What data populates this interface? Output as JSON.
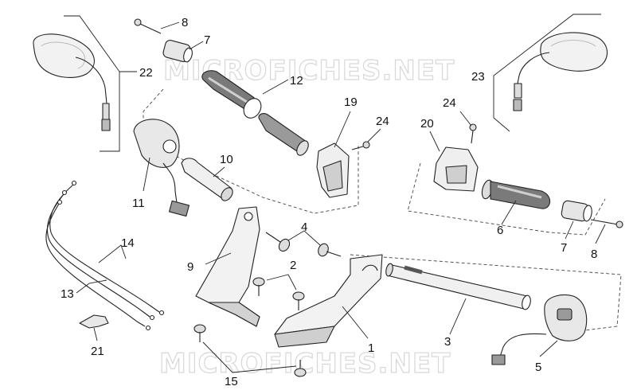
{
  "watermark": "MICROFICHES.NET",
  "colors": {
    "line": "#222222",
    "part_fill": "#f2f2f2",
    "part_dark": "#6b6b6b",
    "watermark": "#d7d7d7"
  },
  "callouts": [
    {
      "id": "c8a",
      "text": "8"
    },
    {
      "id": "c7a",
      "text": "7"
    },
    {
      "id": "c22",
      "text": "22"
    },
    {
      "id": "c12",
      "text": "12"
    },
    {
      "id": "c19",
      "text": "19"
    },
    {
      "id": "c24a",
      "text": "24"
    },
    {
      "id": "c10",
      "text": "10"
    },
    {
      "id": "c11",
      "text": "11"
    },
    {
      "id": "c23",
      "text": "23"
    },
    {
      "id": "c24b",
      "text": "24"
    },
    {
      "id": "c20",
      "text": "20"
    },
    {
      "id": "c6",
      "text": "6"
    },
    {
      "id": "c7b",
      "text": "7"
    },
    {
      "id": "c8b",
      "text": "8"
    },
    {
      "id": "c4",
      "text": "4"
    },
    {
      "id": "c9",
      "text": "9"
    },
    {
      "id": "c2",
      "text": "2"
    },
    {
      "id": "c14",
      "text": "14"
    },
    {
      "id": "c13",
      "text": "13"
    },
    {
      "id": "c21",
      "text": "21"
    },
    {
      "id": "c1",
      "text": "1"
    },
    {
      "id": "c3",
      "text": "3"
    },
    {
      "id": "c5",
      "text": "5"
    },
    {
      "id": "c15",
      "text": "15"
    }
  ]
}
